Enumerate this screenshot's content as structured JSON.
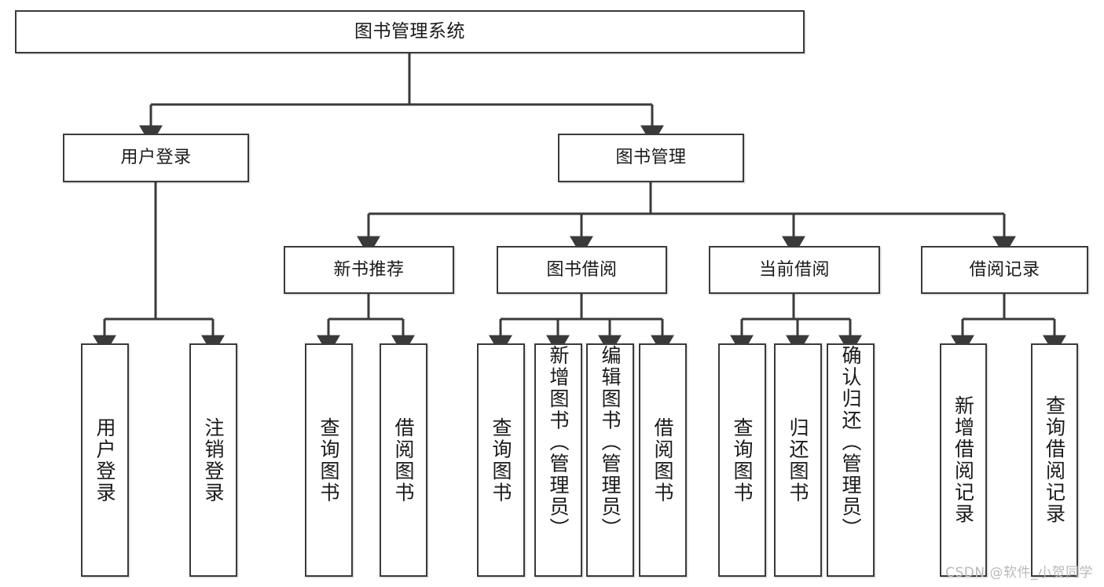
{
  "diagram": {
    "title": "图书管理系统",
    "type": "tree-hierarchy-chart",
    "watermark": "CSDN @软件_小贺同学",
    "colors": {
      "stroke": "#3a3a3a",
      "fill": "#ffffff",
      "text": "#1a1a1a",
      "watermark": "#b9b9b9"
    },
    "levels": {
      "root": {
        "label": "图书管理系统"
      },
      "level2": [
        {
          "id": "user-login",
          "label": "用户登录"
        },
        {
          "id": "book-management",
          "label": "图书管理"
        }
      ],
      "level3": [
        {
          "id": "new-book-recommend",
          "label": "新书推荐"
        },
        {
          "id": "book-borrow",
          "label": "图书借阅"
        },
        {
          "id": "current-borrow",
          "label": "当前借阅"
        },
        {
          "id": "borrow-record",
          "label": "借阅记录"
        }
      ],
      "leaves": [
        {
          "id": "leaf-user-login",
          "label": "用户登录",
          "parent": "user-login"
        },
        {
          "id": "leaf-logout-login",
          "label": "注销登录",
          "parent": "user-login"
        },
        {
          "id": "leaf-query-book-1",
          "label": "查询图书",
          "parent": "new-book-recommend"
        },
        {
          "id": "leaf-borrow-book-1",
          "label": "借阅图书",
          "parent": "new-book-recommend"
        },
        {
          "id": "leaf-query-book-2",
          "label": "查询图书",
          "parent": "book-borrow"
        },
        {
          "id": "leaf-add-book",
          "label": "新增图书（管理员）",
          "parent": "book-borrow"
        },
        {
          "id": "leaf-edit-book",
          "label": "编辑图书（管理员）",
          "parent": "book-borrow"
        },
        {
          "id": "leaf-borrow-book-2",
          "label": "借阅图书",
          "parent": "book-borrow"
        },
        {
          "id": "leaf-query-book-3",
          "label": "查询图书",
          "parent": "current-borrow"
        },
        {
          "id": "leaf-return-book",
          "label": "归还图书",
          "parent": "current-borrow"
        },
        {
          "id": "leaf-confirm-return",
          "label": "确认归还（管理员）",
          "parent": "current-borrow"
        },
        {
          "id": "leaf-add-record",
          "label": "新增借阅记录",
          "parent": "borrow-record"
        },
        {
          "id": "leaf-query-record",
          "label": "查询借阅记录",
          "parent": "borrow-record"
        }
      ]
    }
  }
}
